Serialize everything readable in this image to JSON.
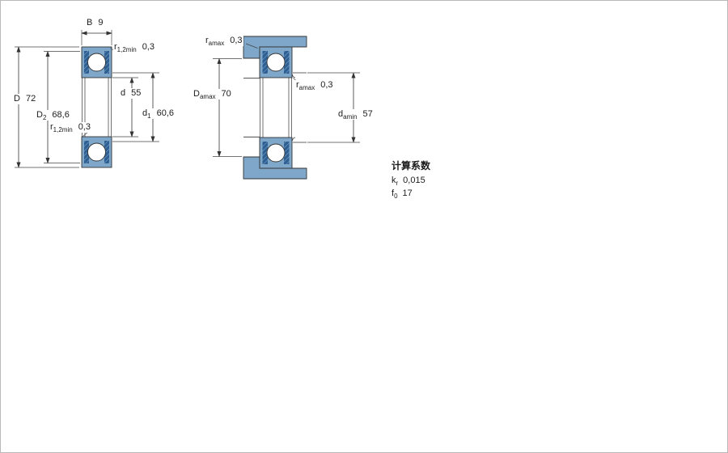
{
  "figure_labels": {
    "B": {
      "base": "B",
      "sub": "",
      "value": "9"
    },
    "r12_top": {
      "base": "r",
      "sub": "1,2min",
      "value": "0,3"
    },
    "D": {
      "base": "D",
      "sub": "",
      "value": "72"
    },
    "D2": {
      "base": "D",
      "sub": "2",
      "value": "68,6"
    },
    "r12_bottom": {
      "base": "r",
      "sub": "1,2min",
      "value": "0,3"
    },
    "d": {
      "base": "d",
      "sub": "",
      "value": "55"
    },
    "d1": {
      "base": "d",
      "sub": "1",
      "value": "60,6"
    },
    "ra_top": {
      "base": "r",
      "sub": "amax",
      "value": "0,3"
    },
    "Da": {
      "base": "D",
      "sub": "amax",
      "value": "70"
    },
    "ra_mid": {
      "base": "r",
      "sub": "amax",
      "value": "0,3"
    },
    "da": {
      "base": "d",
      "sub": "amin",
      "value": "57"
    }
  },
  "calculation_factors": {
    "title": "计算系数",
    "kr": {
      "base": "k",
      "sub": "r",
      "value": "0,015"
    },
    "f0": {
      "base": "f",
      "sub": "0",
      "value": "17"
    }
  },
  "colors": {
    "steel_blue": "#7fa7c9",
    "seal_dark": "#2e5f93",
    "line": "#333333"
  }
}
